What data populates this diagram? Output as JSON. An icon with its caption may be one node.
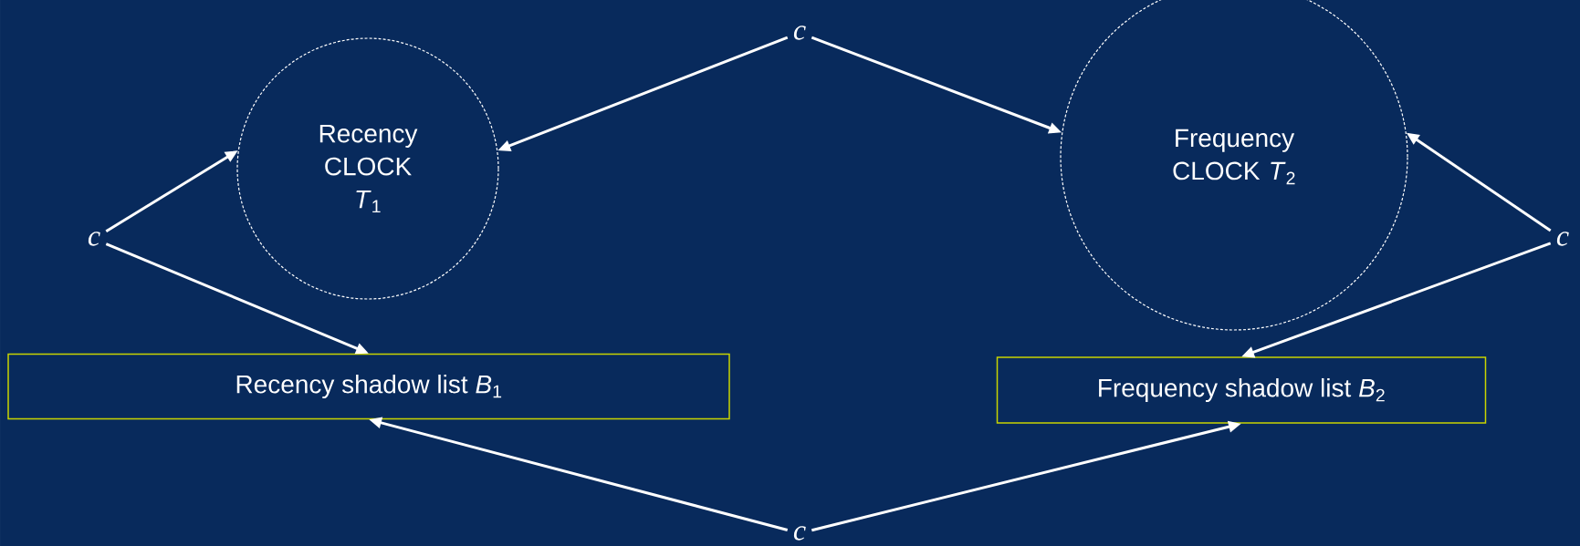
{
  "diagram": {
    "nodes": [
      {
        "text": [
          "Recency CLOCK *T*$_{1}$"
        ]
      },
      {
        "text": [
          "c"
        ]
      },
      {
        "text": [
          "Frequency CLOCK *T*$_{2}$"
        ]
      },
      {
        "text": [
          "c"
        ]
      },
      {
        "text": [
          "c"
        ]
      },
      {
        "text": [
          "Recency shadow list *B*$_{1}$"
        ]
      },
      {
        "text": [
          "Frequency shadow list *B*$_{2}$"
        ]
      },
      {
        "text": [
          "c"
        ]
      }
    ],
    "edges": [
      {
        "from": 1,
        "to": 0,
        "arrow": "to"
      },
      {
        "from": 1,
        "to": 2,
        "arrow": "to"
      },
      {
        "from": 3,
        "to": 0,
        "arrow": "to"
      },
      {
        "from": 3,
        "to": 5,
        "arrow": "to"
      },
      {
        "from": 4,
        "to": 2,
        "arrow": "to"
      },
      {
        "from": 4,
        "to": 6,
        "arrow": "to"
      },
      {
        "from": 7,
        "to": 5,
        "arrow": "to"
      },
      {
        "from": 7,
        "to": 6,
        "arrow": "to"
      }
    ]
  }
}
